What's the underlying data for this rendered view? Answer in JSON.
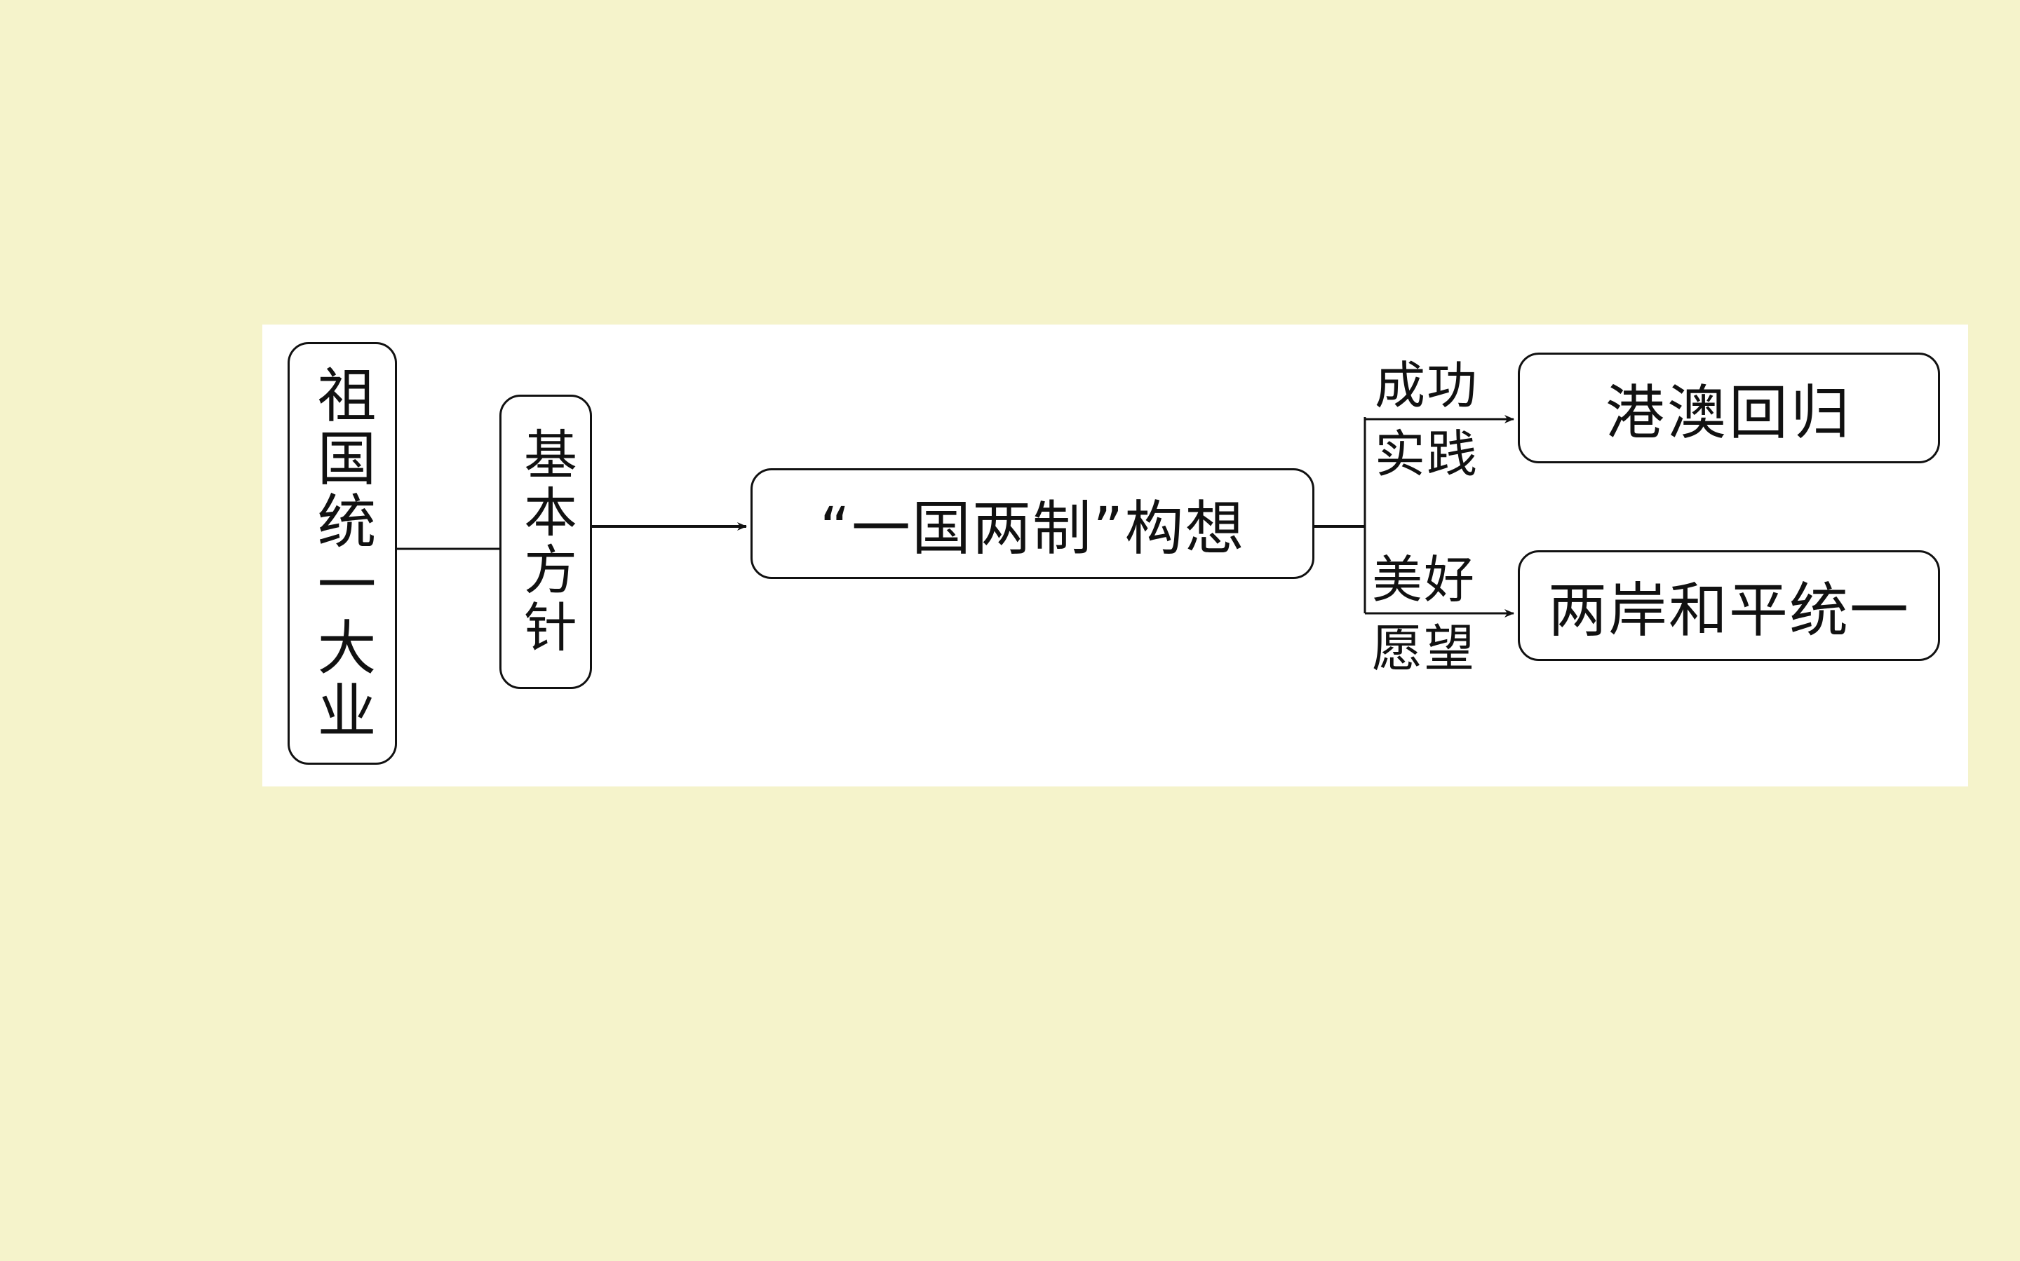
{
  "diagram": {
    "nodes": {
      "main": "祖国统一大业",
      "policy": "基本方针",
      "concept": "“一国两制”构想",
      "practice": "港澳回归",
      "hope": "两岸和平统一"
    },
    "edge_labels": {
      "practice_line1": "成功",
      "practice_line2": "实践",
      "hope_line1": "美好",
      "hope_line2": "愿望"
    }
  }
}
